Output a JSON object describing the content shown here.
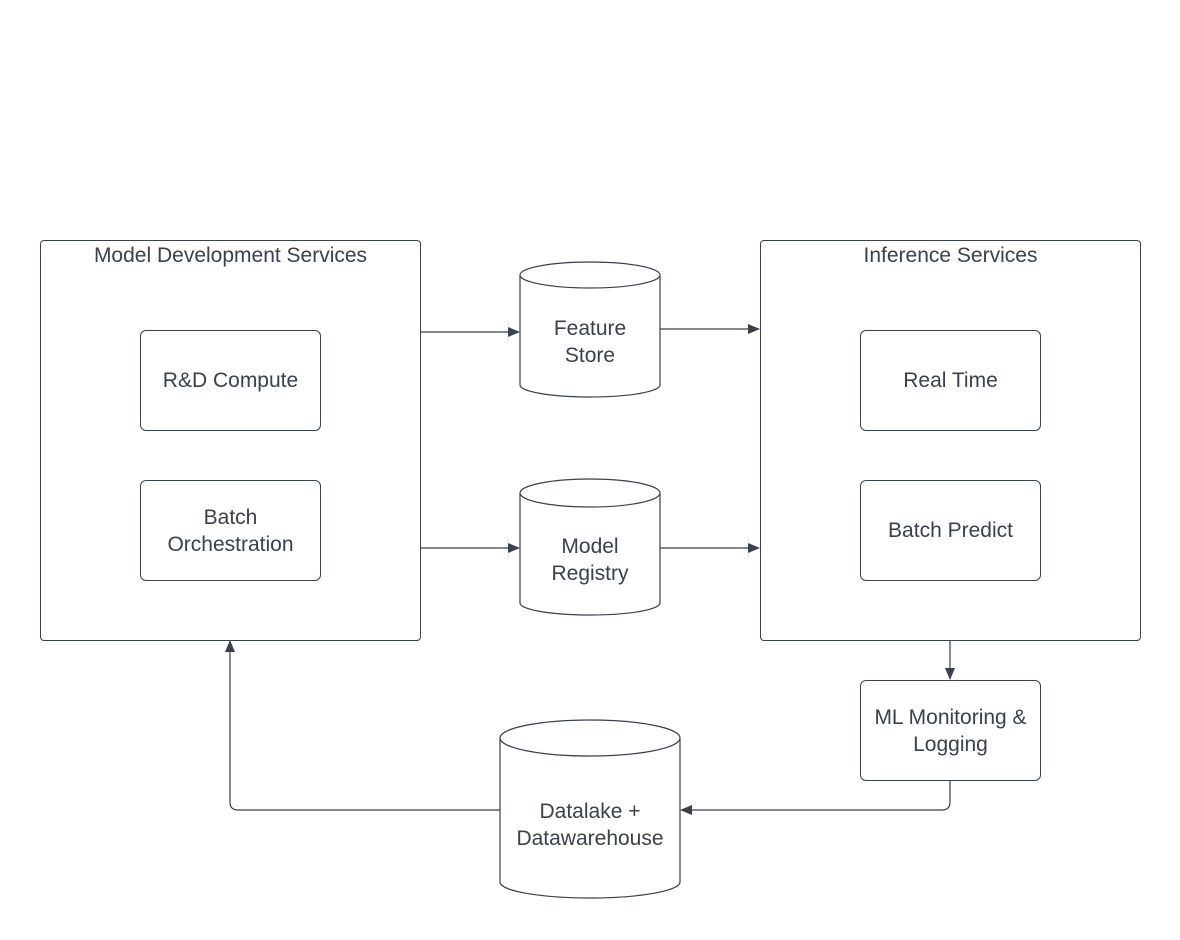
{
  "diagram": {
    "model_dev": {
      "title": "Model Development Services",
      "rd_compute": "R&D Compute",
      "batch_orchestration": "Batch\nOrchestration"
    },
    "inference": {
      "title": "Inference Services",
      "real_time": "Real Time",
      "batch_predict": "Batch Predict"
    },
    "feature_store": "Feature\nStore",
    "model_registry": "Model\nRegistry",
    "ml_monitoring": "ML Monitoring &\nLogging",
    "datalake": "Datalake +\nDatawarehouse"
  }
}
